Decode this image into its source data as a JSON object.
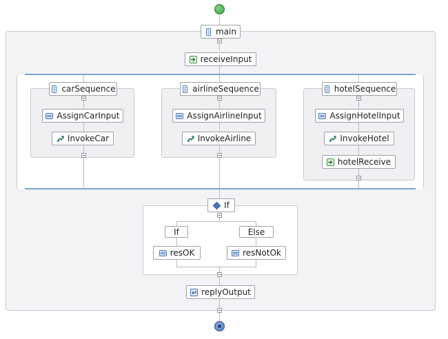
{
  "process": {
    "main_label": "main",
    "receive_label": "receiveInput",
    "car": {
      "sequence_label": "carSequence",
      "assign_label": "AssignCarInput",
      "invoke_label": "InvokeCar"
    },
    "airline": {
      "sequence_label": "airlineSequence",
      "assign_label": "AssignAirlineInput",
      "invoke_label": "InvokeAirline"
    },
    "hotel": {
      "sequence_label": "hotelSequence",
      "assign_label": "AssignHotelInput",
      "invoke_label": "InvokeHotel",
      "receive_label": "hotelReceive"
    },
    "if_label": "If",
    "branch_if_label": "If",
    "branch_else_label": "Else",
    "res_ok_label": "resOK",
    "res_not_ok_label": "resNotOk",
    "reply_label": "replyOutput"
  },
  "icons": {
    "start": "start-node-icon",
    "end": "end-node-icon",
    "sequence": "sequence-icon",
    "receive": "receive-icon",
    "assign": "assign-icon",
    "invoke": "invoke-icon",
    "if": "if-diamond-icon",
    "reply": "reply-icon"
  },
  "colors": {
    "start_green": "#4cae4c",
    "end_blue": "#3f6fb8",
    "flow_bar": "#7ea0dc",
    "node_border": "#9da1aa"
  }
}
